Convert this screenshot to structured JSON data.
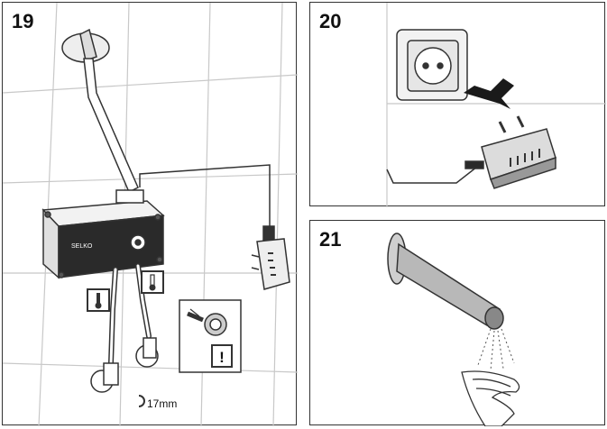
{
  "steps": [
    {
      "number": "19"
    },
    {
      "number": "20"
    },
    {
      "number": "21"
    }
  ],
  "step19": {
    "brand": "SELKO",
    "wrench_size": "17mm",
    "warning_symbol": "!",
    "icons": [
      "hot-water-thermometer-icon",
      "cold-water-thermometer-icon",
      "warning-icon",
      "wrench-icon"
    ]
  },
  "step20": {
    "icons": [
      "power-socket-icon",
      "plug-adapter-icon",
      "arrow-icon"
    ]
  },
  "step21": {
    "icons": [
      "faucet-spout-icon",
      "hand-icon",
      "water-spray-icon"
    ]
  },
  "colors": {
    "line": "#333333",
    "grid": "#c8c8c8",
    "fill_gray": "#dcdcdc",
    "dark": "#2a2a2a"
  }
}
